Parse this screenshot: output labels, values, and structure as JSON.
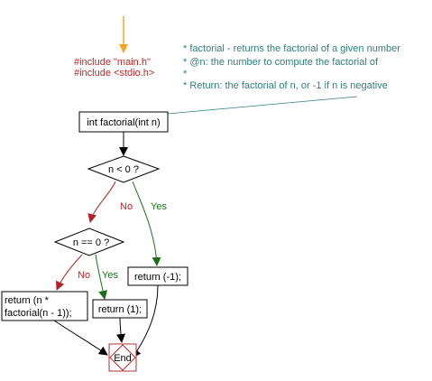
{
  "includes": [
    "#include \"main.h\"",
    "#include <stdio.h>"
  ],
  "comment_lines": [
    "* factorial - returns the factorial of a given number",
    "* @n: the number to compute the factorial of",
    "*",
    "* Return: the factorial of n, or -1 if n is negative"
  ],
  "nodes": {
    "function": "int factorial(int n)",
    "decision_negative": "n < 0 ?",
    "decision_zero": "n == 0 ?",
    "return_minus_one": "return (-1);",
    "return_one": "return (1);",
    "return_recursive": [
      "return (n *",
      "factorial(n - 1));"
    ],
    "end": "End"
  },
  "edge_labels": {
    "negative_no": "No",
    "negative_yes": "Yes",
    "zero_no": "No",
    "zero_yes": "Yes"
  },
  "colors": {
    "start_arrow": "#f5a623",
    "include_text": "#cc2222",
    "comment_text": "#2f7f7a",
    "no_branch": "#b22222",
    "yes_branch": "#1a6e1a",
    "end_node": "#b03030"
  }
}
